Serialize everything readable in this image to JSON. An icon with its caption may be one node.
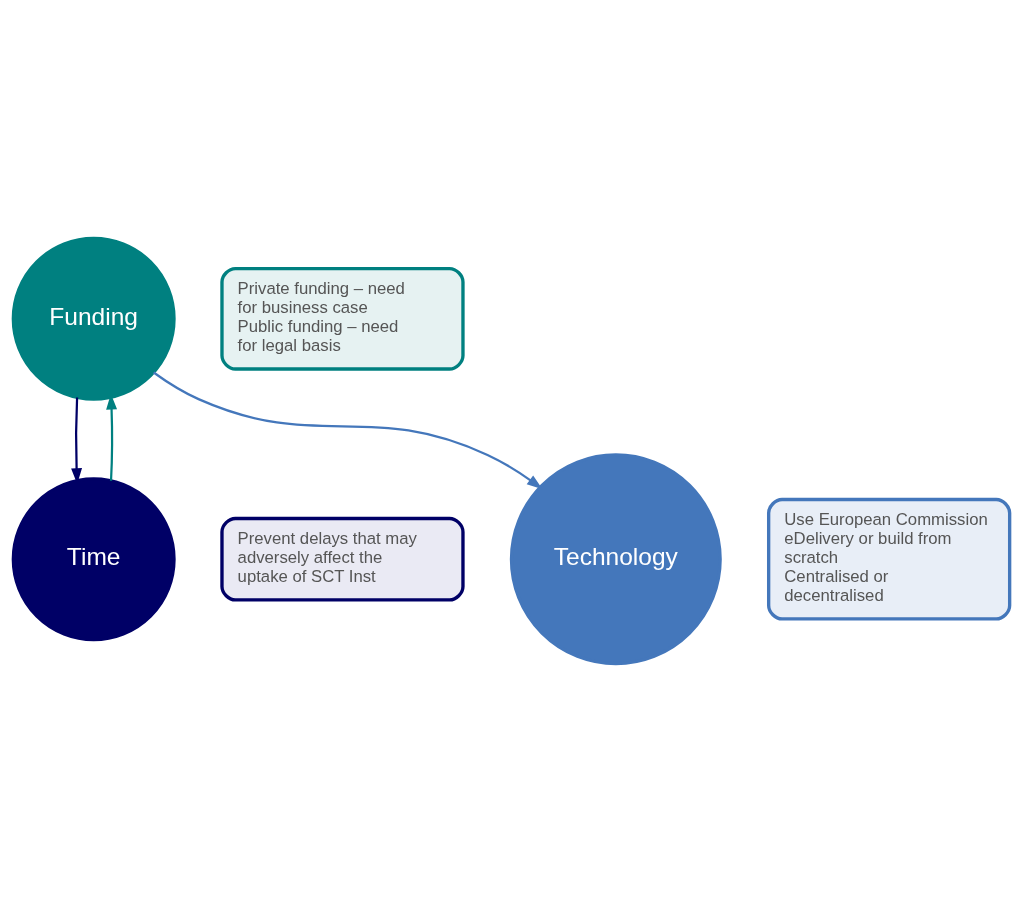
{
  "diagram": {
    "nodes": [
      {
        "text": [
          "Funding"
        ]
      },
      {
        "text": [
          "Private funding – need for business case",
          "Public funding – need for legal basis"
        ]
      },
      {
        "text": [
          "Time"
        ]
      },
      {
        "text": [
          "Prevent delays that may adversely affect the uptake of SCT Inst"
        ]
      },
      {
        "text": [
          "Technology"
        ]
      },
      {
        "text": [
          "Use European Commission eDelivery or build from scratch",
          "Centralised or decentralised"
        ]
      }
    ],
    "edges": [
      {
        "from": 2,
        "to": 0,
        "arrow": "to",
        "color": "#008080"
      },
      {
        "from": 0,
        "to": 2,
        "arrow": "to",
        "color": "#000066"
      },
      {
        "from": 0,
        "to": 4,
        "arrow": "to",
        "color": "#4477bb"
      }
    ]
  }
}
